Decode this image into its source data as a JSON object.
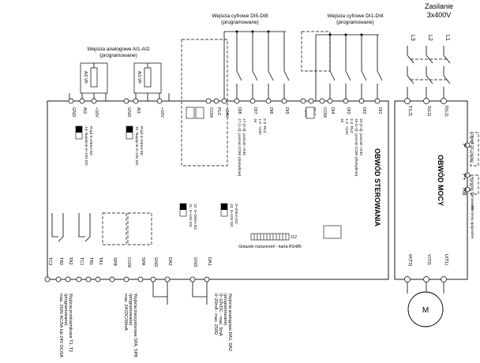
{
  "supply": {
    "title": "Zasilanie",
    "subtitle": "3x400V",
    "phases": [
      "L3",
      "L2",
      "L1"
    ]
  },
  "analog_inputs": {
    "title": "Wejścia analogowe AI1-AI2",
    "subtitle": "(programowane)",
    "pot_labels": [
      "AI2 VR",
      "AI1 VR"
    ]
  },
  "digital_inputs_58": {
    "title": "Wejścia cyfrowe DI5-DI8",
    "subtitle": "(programowane)"
  },
  "digital_inputs_14": {
    "title": "Wejścia cyfrowe DI1-DI4",
    "subtitle": "(programowane)"
  },
  "control_terminals": [
    "GND",
    "AI2",
    "+10V",
    "GND",
    "AI1",
    "+10V",
    "DI8",
    "DI7",
    "DI6",
    "DI5",
    "COM",
    "PLC",
    "+24V",
    "DI4",
    "DI3",
    "DI2",
    "DI1",
    "COM",
    "PLC",
    "+24V"
  ],
  "power_inputs": [
    "R(L1)",
    "S(L2)",
    "T(L3)"
  ],
  "power_outputs": [
    "U(T1)",
    "V(T2)",
    "W(T3)"
  ],
  "control_circuit": "OBWÓD STEROWANIA",
  "power_circuit": "OBWÓD MOCY",
  "dc_terminals": [
    "P",
    "P+",
    "RB"
  ],
  "dc_choke": "Dławik DC (opcja)",
  "brake_resistor": "Rezystor hamowania",
  "optional_elements": "- Elementy opcjonalne",
  "jumper_ai": [
    "J4: Napięcie 0~10V DC",
    "Prąd 0~20mA DC",
    "J5: Napięcie 0~10V DC",
    "Prąd 0~20mA DC"
  ],
  "jumper_di58": [
    "J6",
    "1-2: +24V",
    "2-3: PLC",
    "J7 (1-2): poziom COM (domyślnie)",
    "J7 (2-3): poziom +24V"
  ],
  "jumper_di14": [
    "J8",
    "1-2: +24V",
    "2-3: PLC",
    "J9 (1-2): poziom COM (domyślnie)",
    "J9 (2-3): poziom +24V"
  ],
  "jumper_ao": [
    "J1: 0~10V DC",
    "J2: 0~20mA DC",
    "J3: 0~10V DC",
    "0~20mA DC"
  ],
  "expansion_card": "Gniazdo rozszerzeń - karta RS485",
  "expansion_connector": "J12",
  "bottom_terminals": [
    "TC2",
    "TB2",
    "TA2",
    "TC1",
    "TB1",
    "TA1",
    "SPB",
    "COM",
    "SPA",
    "GND",
    "DA2",
    "GND",
    "DA1"
  ],
  "relay_note": [
    "Wyjścia przekaźnikowe T1, T2",
    "(programowane)",
    "max. 250V AC/5A lub 24V DC/5A"
  ],
  "transistor_note": [
    "Wyjścia tranzystorowe SPA, SPB",
    "(programowane)",
    "max. 24VDC/50mA"
  ],
  "analog_out_note": [
    "Wyjścia analogowe DA1, DA2",
    "(programowane)",
    "0~10VDC - max. 5mA",
    "0~20mA - max. 250Ω"
  ],
  "motor_label": "M"
}
